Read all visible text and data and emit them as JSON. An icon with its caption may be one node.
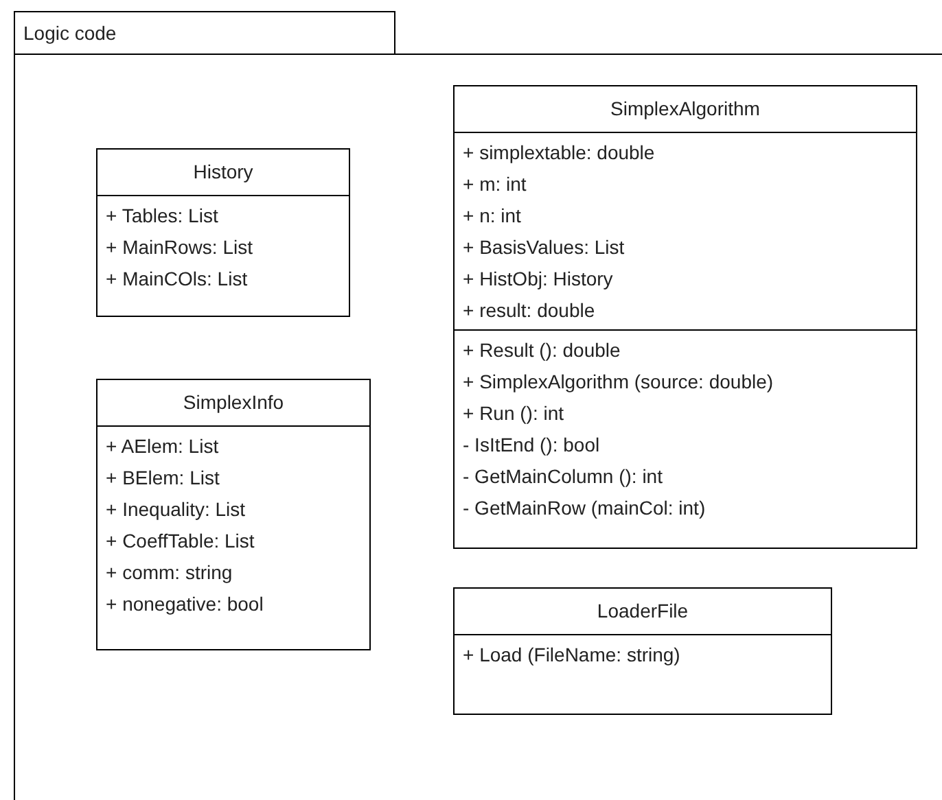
{
  "diagram": {
    "nodes": [
      {
        "text": [
          "Logic code"
        ]
      },
      {
        "text": [
          "History"
        ],
        "in": 0
      },
      {
        "text": [
          "+ Tables: List",
          "+ MainRows: List",
          "+ MainCOls: List"
        ],
        "in": 1
      },
      {
        "text": [
          "SimplexInfo"
        ],
        "in": 0
      },
      {
        "text": [
          "+ AElem: List",
          "+ BElem: List",
          "+ Inequality: List",
          "+ CoeffTable: List",
          "+ comm: string",
          "+ nonegative: bool"
        ],
        "in": 3
      },
      {
        "text": [
          "SimplexAlgorithm"
        ],
        "in": 0
      },
      {
        "text": [
          "+ simplextable: double",
          "+ m: int",
          "+ n: int",
          "+ BasisValues: List",
          "+ HistObj: History",
          "+ result: double"
        ],
        "in": 5
      },
      {
        "text": [
          "+ Result (): double",
          "+ SimplexAlgorithm (source: double)",
          "+ Run (): int",
          "- IsItEnd (): bool",
          "- GetMainColumn (): int",
          "- GetMainRow (mainCol: int)"
        ],
        "in": 5
      },
      {
        "text": [
          "LoaderFile"
        ],
        "in": 0
      },
      {
        "text": [
          "+ Load (FileName: string)"
        ],
        "in": 8
      }
    ],
    "edges": []
  }
}
